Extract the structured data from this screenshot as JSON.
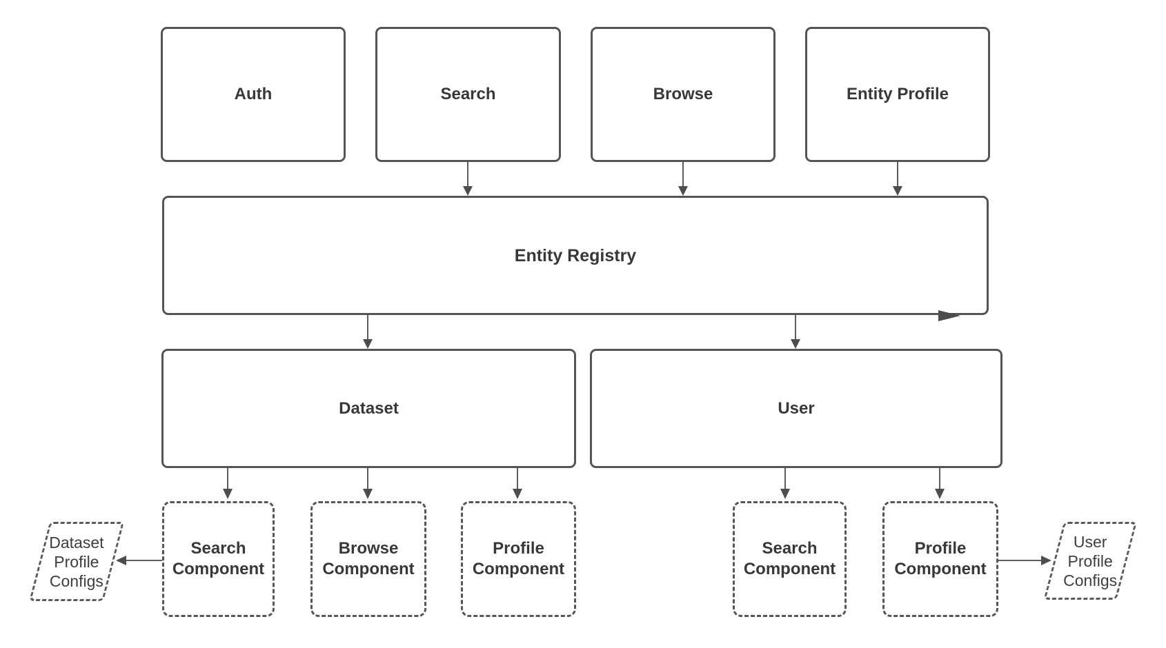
{
  "diagram": {
    "nodes": {
      "auth": {
        "label": "Auth"
      },
      "search": {
        "label": "Search"
      },
      "browse": {
        "label": "Browse"
      },
      "entity_profile": {
        "label": "Entity Profile"
      },
      "entity_registry": {
        "label": "Entity Registry"
      },
      "dataset": {
        "label": "Dataset"
      },
      "user": {
        "label": "User"
      },
      "dataset_search_component": {
        "label": "Search Component"
      },
      "dataset_browse_component": {
        "label": "Browse Component"
      },
      "dataset_profile_component": {
        "label": "Profile Component"
      },
      "user_search_component": {
        "label": "Search Component"
      },
      "user_profile_component": {
        "label": "Profile Component"
      },
      "dataset_profile_configs": {
        "label": "Dataset Profile Configs"
      },
      "user_profile_configs": {
        "label": "User Profile Configs"
      }
    },
    "edges": [
      {
        "from": "search",
        "to": "entity_registry"
      },
      {
        "from": "browse",
        "to": "entity_registry"
      },
      {
        "from": "entity_profile",
        "to": "entity_registry"
      },
      {
        "from": "entity_registry",
        "to": "dataset"
      },
      {
        "from": "entity_registry",
        "to": "user"
      },
      {
        "from": "entity_registry",
        "to": "right-of-bottom-edge"
      },
      {
        "from": "dataset",
        "to": "dataset_search_component"
      },
      {
        "from": "dataset",
        "to": "dataset_browse_component"
      },
      {
        "from": "dataset",
        "to": "dataset_profile_component"
      },
      {
        "from": "user",
        "to": "user_search_component"
      },
      {
        "from": "user",
        "to": "user_profile_component"
      },
      {
        "from": "dataset_search_component",
        "to": "dataset_profile_configs"
      },
      {
        "from": "user_profile_component",
        "to": "user_profile_configs"
      }
    ],
    "colors": {
      "background": "#ffffff",
      "node_border": "#545454",
      "node_fill": "#ffffff",
      "label_text": "#383838",
      "edge_line": "#5c5c5c",
      "arrowhead": "#4d4d4d"
    }
  }
}
